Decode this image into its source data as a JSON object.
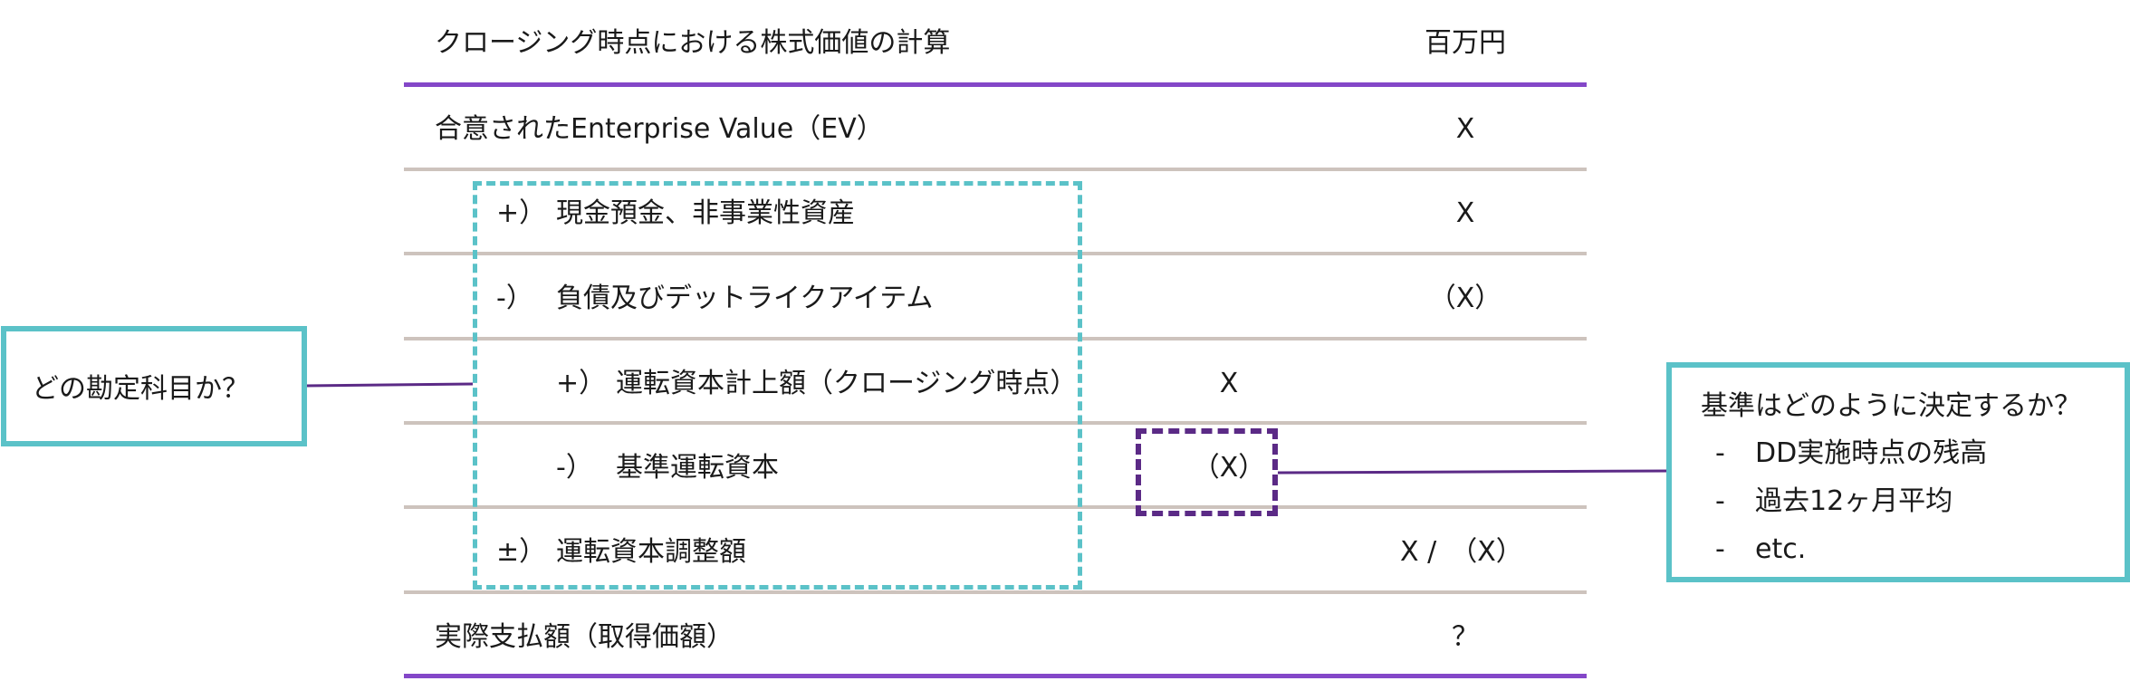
{
  "table": {
    "title": "クロージング時点における株式価値の計算",
    "unit": "百万円",
    "rows": [
      {
        "sign": "",
        "label": "合意されたEnterprise Value（EV）",
        "sub_value": "",
        "value": "X"
      },
      {
        "sign": "+）",
        "label": "現金預金、非事業性資産",
        "sub_value": "",
        "value": "X"
      },
      {
        "sign": "-）",
        "label": "負債及びデットライクアイテム",
        "sub_value": "",
        "value": "（X）"
      },
      {
        "sign": "+）",
        "label": "運転資本計上額（クロージング時点）",
        "sub_value": "X",
        "value": ""
      },
      {
        "sign": "-）",
        "label": "基準運転資本",
        "sub_value": "（X）",
        "value": ""
      },
      {
        "sign": "±）",
        "label": "運転資本調整額",
        "sub_value": "",
        "value": "X /　（X）"
      },
      {
        "sign": "",
        "label": "実際支払額（取得価額）",
        "sub_value": "",
        "value": "？"
      }
    ]
  },
  "callout_left": {
    "text": "どの勘定科目か？"
  },
  "callout_right": {
    "title": "基準はどのように決定するか？",
    "items": [
      {
        "bullet": "-",
        "text": "DD実施時点の残高"
      },
      {
        "bullet": "-",
        "text": "過去12ヶ月平均"
      },
      {
        "bullet": "-",
        "text": "etc."
      }
    ]
  },
  "colors": {
    "accent_purple": "#8447c8",
    "dark_purple": "#5b2a86",
    "teal": "#5bc2c8",
    "row_divider": "#cdc3bd"
  }
}
